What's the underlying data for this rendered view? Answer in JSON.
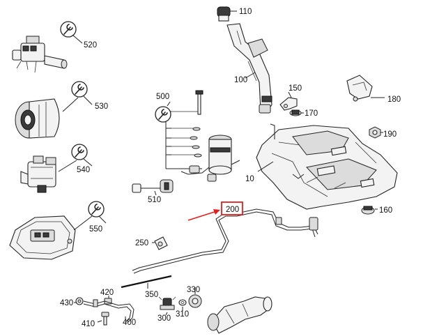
{
  "callouts": {
    "p110": "110",
    "p520": "520",
    "p100": "100",
    "p150": "150",
    "p180": "180",
    "p170": "170",
    "p530": "530",
    "p500": "500",
    "p190": "190",
    "p10": "10",
    "p540": "540",
    "p510": "510",
    "p200": "200",
    "p160": "160",
    "p550": "550",
    "p250": "250",
    "p350": "350",
    "p420": "420",
    "p330": "330",
    "p430": "430",
    "p400": "400",
    "p300": "300",
    "p310": "310",
    "p410": "410"
  },
  "highlight": {
    "target": "200",
    "color": "#e02020"
  },
  "icons": [
    "wrench-icon",
    "arrow-icon"
  ]
}
